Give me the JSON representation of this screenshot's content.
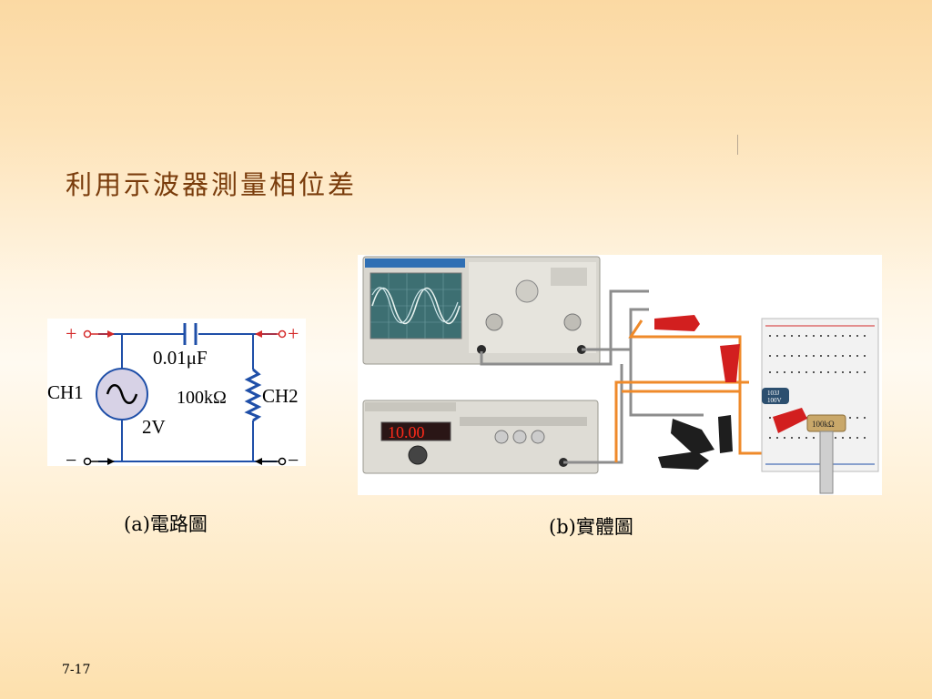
{
  "slide": {
    "title": "利用示波器測量相位差",
    "page_number": "7-17"
  },
  "circuit": {
    "caption": "(a)電路圖",
    "capacitor_label": "0.01μF",
    "resistor_label": "100kΩ",
    "source_voltage": "2V",
    "ch1_label": "CH1",
    "ch2_label": "CH2",
    "plus_left": "+",
    "plus_right": "+",
    "minus_left": "−",
    "minus_right": "−"
  },
  "photo": {
    "caption": "(b)實體圖",
    "generator_display": "10.00",
    "capacitor_marking_1": "103J",
    "capacitor_marking_2": "100V",
    "pot_label": "100kΩ"
  },
  "colors": {
    "title": "#7a3c0c",
    "circuit_wire": "#1f4fa8",
    "resistor": "#1f4fa8",
    "terminal_arrow": "#d42a2a",
    "probe_red": "#d21f1f",
    "wire_orange": "#ef8a2a"
  }
}
